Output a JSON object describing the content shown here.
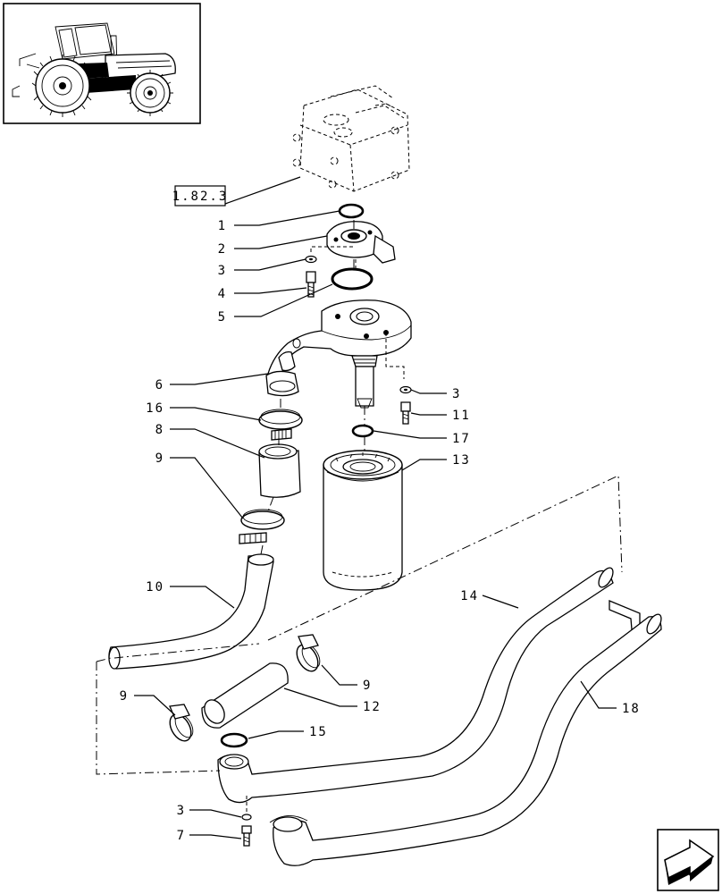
{
  "reference_box": {
    "label": "1.82.3"
  },
  "callouts": {
    "c1": "1",
    "c2": "2",
    "c3a": "3",
    "c4": "4",
    "c5": "5",
    "c6": "6",
    "c16": "16",
    "c8": "8",
    "c9a": "9",
    "c10": "10",
    "c3b": "3",
    "c11": "11",
    "c17": "17",
    "c13": "13",
    "c14": "14",
    "c18": "18",
    "c9b": "9",
    "c12": "12",
    "c9c": "9",
    "c15": "15",
    "c3c": "3",
    "c7": "7"
  },
  "icons": {
    "thumbnail": "tractor-thumbnail-icon",
    "next": "next-page-arrow-icon"
  }
}
